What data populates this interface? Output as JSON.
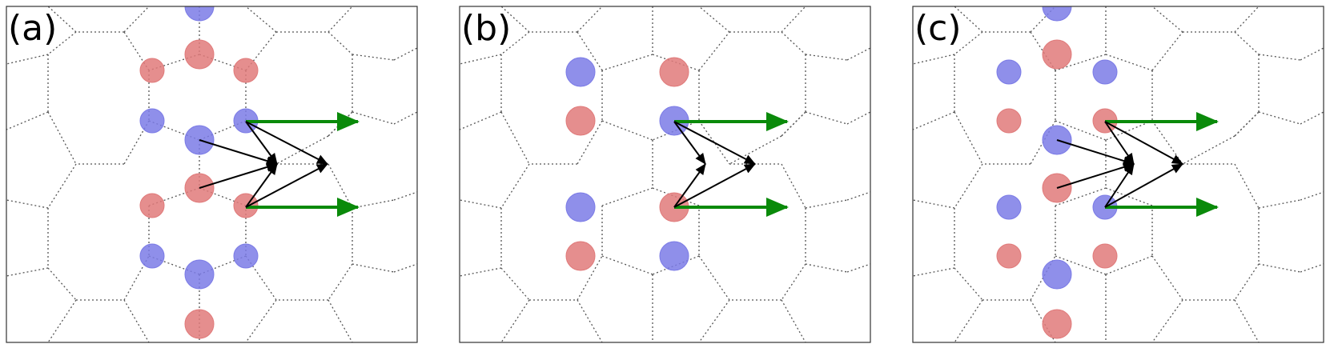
{
  "panels": [
    {
      "label": "(a)"
    },
    {
      "label": "(b)"
    },
    {
      "label": "(c)"
    }
  ],
  "colors": {
    "red_atom": "#e07a7a",
    "blue_atom": "#7b7be6",
    "green_arrow": "#0a8a0a",
    "black_arrow": "#000000",
    "lattice": "#555555"
  },
  "icons": {
    "arrow": "arrow-icon",
    "atom": "atom-circle"
  }
}
